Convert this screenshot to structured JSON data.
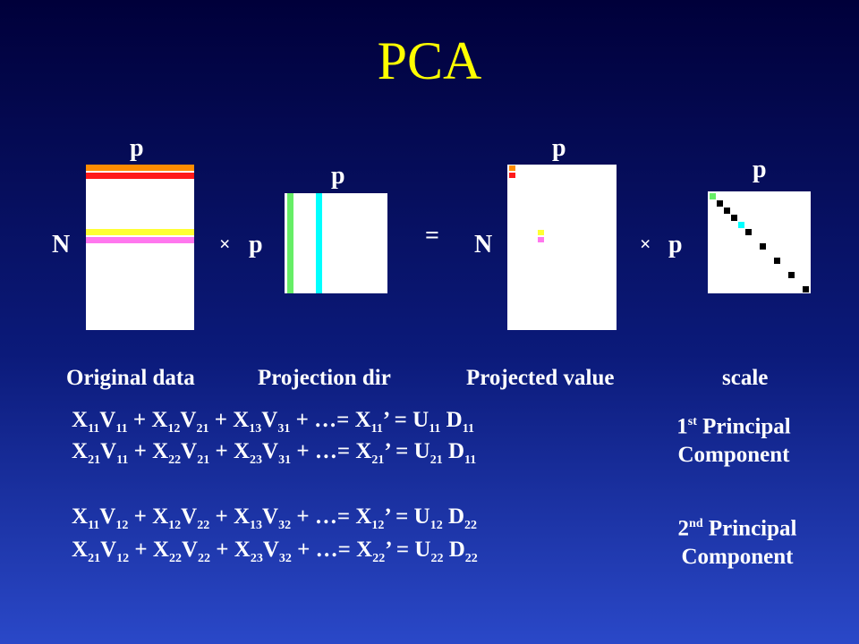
{
  "title": "PCA",
  "labels": {
    "p": "p",
    "N": "N",
    "times": "×",
    "equals": "="
  },
  "captions": {
    "original": "Original data",
    "projection": "Projection dir",
    "projected": "Projected value",
    "scale": "scale"
  },
  "equations": [
    {
      "a": "X",
      "a1": "11",
      "b": "V",
      "b1": "11",
      "c": "X",
      "c1": "12",
      "d": "V",
      "d1": "21",
      "e": "X",
      "e1": "13",
      "f": "V",
      "f1": "31",
      "r": "X",
      "r1": "11",
      "u": "U",
      "u1": "11",
      "dd": "D",
      "dd1": "11"
    },
    {
      "a": "X",
      "a1": "21",
      "b": "V",
      "b1": "11",
      "c": "X",
      "c1": "22",
      "d": "V",
      "d1": "21",
      "e": "X",
      "e1": "23",
      "f": "V",
      "f1": "31",
      "r": "X",
      "r1": "21",
      "u": "U",
      "u1": "21",
      "dd": "D",
      "dd1": "11"
    },
    {
      "a": "X",
      "a1": "11",
      "b": "V",
      "b1": "12",
      "c": "X",
      "c1": "12",
      "d": "V",
      "d1": "22",
      "e": "X",
      "e1": "13",
      "f": "V",
      "f1": "32",
      "r": "X",
      "r1": "12",
      "u": "U",
      "u1": "12",
      "dd": "D",
      "dd1": "22"
    },
    {
      "a": "X",
      "a1": "21",
      "b": "V",
      "b1": "12",
      "c": "X",
      "c1": "22",
      "d": "V",
      "d1": "22",
      "e": "X",
      "e1": "23",
      "f": "V",
      "f1": "32",
      "r": "X",
      "r1": "22",
      "u": "U",
      "u1": "22",
      "dd": "D",
      "dd1": "22"
    }
  ],
  "eq_ops": {
    "plus": "+",
    "ellipsis": "+ …= ",
    "prime": "’",
    "eq": " = "
  },
  "components": {
    "first_num": "1",
    "first_sup": "st",
    "first_word": " Principal",
    "first_line2": "Component",
    "second_num": "2",
    "second_sup": "nd",
    "second_word": " Principal",
    "second_line2": "Component"
  },
  "colors": {
    "title": "#ffff00",
    "orange": "#ff8c00",
    "red": "#ff1a1a",
    "yellow": "#ffff33",
    "pink": "#ff77ee",
    "green": "#66ee66",
    "cyan": "#00ffff",
    "black": "#000000"
  }
}
